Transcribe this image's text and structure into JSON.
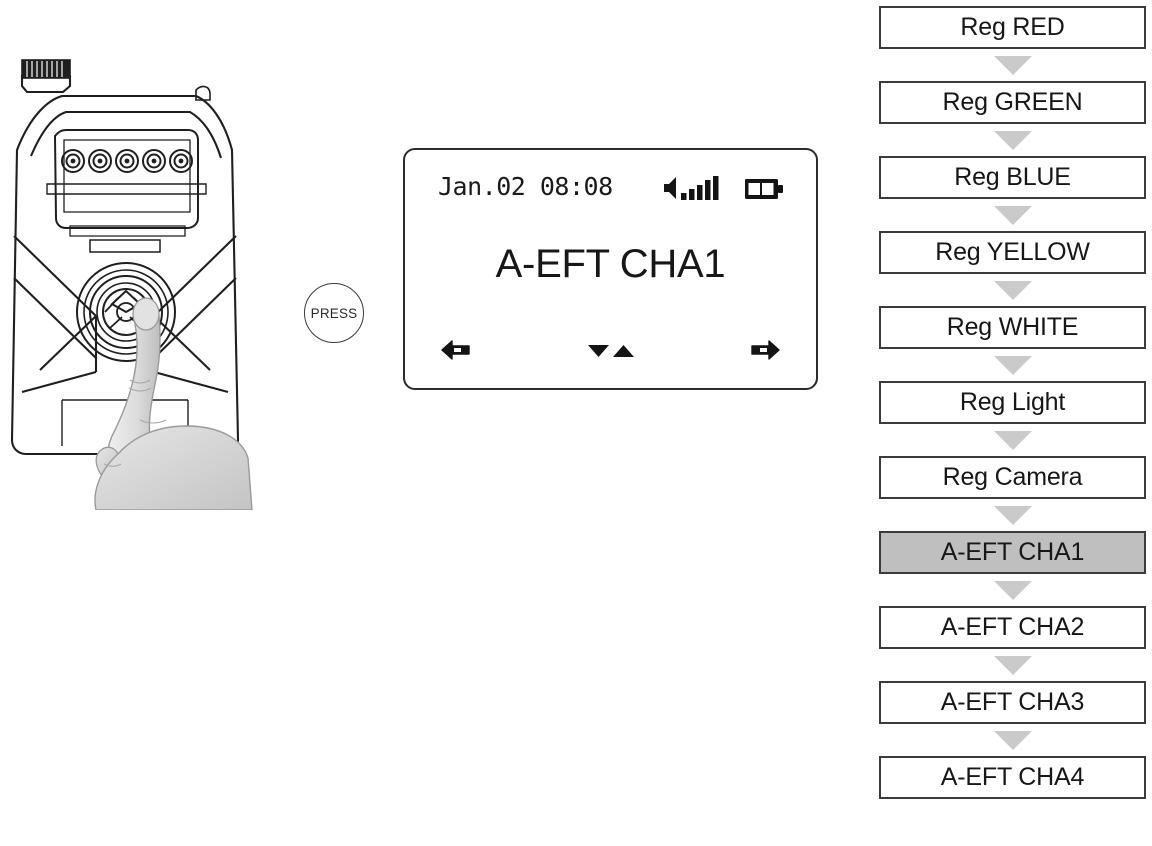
{
  "device": {
    "name": "handheld-lighting-controller",
    "antenna": "ribbed-antenna",
    "button_count": 5,
    "joystick": "four-way-joystick",
    "hand": "hand-pressing-joystick"
  },
  "press_callout": {
    "label": "PRESS"
  },
  "lcd": {
    "datetime": "Jan.02 08:08",
    "signal_icon": "speaker-signal-icon",
    "signal_bars": 5,
    "battery_icon": "battery-icon",
    "battery_segments": 2,
    "main_text": "A-EFT CHA1",
    "nav": {
      "left_icon": "arrow-left-icon",
      "middle_icon": "arrow-down-up-icon",
      "right_icon": "arrow-right-icon"
    }
  },
  "flowchart": {
    "highlight_color": "#bfbfbf",
    "arrow_color": "#cacaca",
    "border_color": "#3b3b3b",
    "items": [
      {
        "label": "Reg RED",
        "highlighted": false
      },
      {
        "label": "Reg GREEN",
        "highlighted": false
      },
      {
        "label": "Reg BLUE",
        "highlighted": false
      },
      {
        "label": "Reg YELLOW",
        "highlighted": false
      },
      {
        "label": "Reg WHITE",
        "highlighted": false
      },
      {
        "label": "Reg Light",
        "highlighted": false
      },
      {
        "label": "Reg Camera",
        "highlighted": false
      },
      {
        "label": "A-EFT CHA1",
        "highlighted": true
      },
      {
        "label": "A-EFT CHA2",
        "highlighted": false
      },
      {
        "label": "A-EFT CHA3",
        "highlighted": false
      },
      {
        "label": "A-EFT CHA4",
        "highlighted": false
      }
    ]
  }
}
